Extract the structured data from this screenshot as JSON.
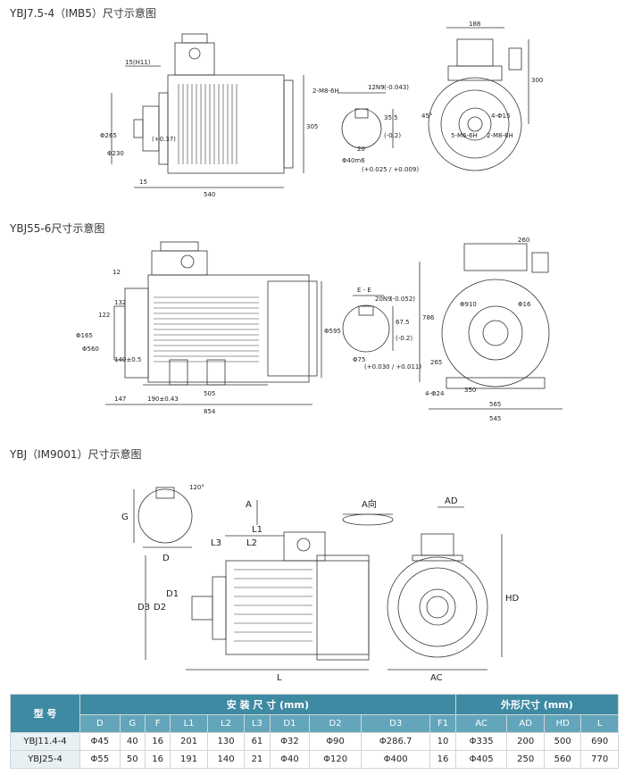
{
  "sections": {
    "s1_title": "YBJ7.5-4（IMB5）尺寸示意图",
    "s2_title": "YBJ55-6尺寸示意图",
    "s3_title": "YBJ（IM9001）尺寸示意图"
  },
  "s1_dims": {
    "flange_thk": "15(H11)",
    "length": "540",
    "height": "305",
    "pcd": "Φ265",
    "spigot": "Φ230",
    "shaft_tol": "(+0.37)",
    "foot": "15",
    "thread": "2-M8-6H",
    "key": "12N9",
    "key_tol": "(-0.043)",
    "shaft_depth": "35.5",
    "shaft_depth_tol": "(-0.2)",
    "shaft_d": "Φ40m6",
    "shaft_d_tol": "(+0.025 / +0.009)",
    "key_w": "20",
    "top_w": "188",
    "top_h": "300",
    "holes": "4-Φ15",
    "bolt": "5-M6-6H",
    "bolt2": "2-M8-6H",
    "ang": "45°"
  },
  "s2_dims": {
    "a": "12",
    "b": "132",
    "c": "122",
    "d": "Φ165",
    "e": "Φ560",
    "f": "140±0.5",
    "g": "147",
    "h": "190±0.43",
    "i": "505",
    "j": "854",
    "k": "Φ595",
    "sect": "E - E",
    "key": "20N9",
    "key_tol": "(-0.052)",
    "depth": "67.5",
    "depth_tol": "(-0.2)",
    "shaft": "Φ75",
    "shaft_tol": "(+0.030 / +0.011)",
    "top_w": "260",
    "h1": "786",
    "h2": "265",
    "w1": "Φ910",
    "w2": "Φ16",
    "base": "4-Φ24",
    "base_w": "565",
    "base_w2": "545",
    "base_w3": "350"
  },
  "s3_dims": {
    "G": "G",
    "D": "D",
    "ang": "120°",
    "A": "A",
    "A_dir": "A向",
    "L1": "L1",
    "L2": "L2",
    "L3": "L3",
    "D1": "D1",
    "D2": "D2",
    "D3": "D3",
    "L": "L",
    "AD": "AD",
    "AC": "AC",
    "HD": "HD"
  },
  "table": {
    "model_header": "型  号",
    "install_header": "安 装 尺 寸 (mm)",
    "outer_header": "外形尺寸 (mm)",
    "columns": [
      "D",
      "G",
      "F",
      "L1",
      "L2",
      "L3",
      "D1",
      "D2",
      "D3",
      "F1",
      "AC",
      "AD",
      "HD",
      "L"
    ],
    "rows": [
      {
        "model": "YBJ11.4-4",
        "cells": [
          "Φ45",
          "40",
          "16",
          "201",
          "130",
          "61",
          "Φ32",
          "Φ90",
          "Φ286.7",
          "10",
          "Φ335",
          "200",
          "500",
          "690"
        ]
      },
      {
        "model": "YBJ25-4",
        "cells": [
          "Φ55",
          "50",
          "16",
          "191",
          "140",
          "21",
          "Φ40",
          "Φ120",
          "Φ400",
          "16",
          "Φ405",
          "250",
          "560",
          "770"
        ]
      }
    ]
  }
}
